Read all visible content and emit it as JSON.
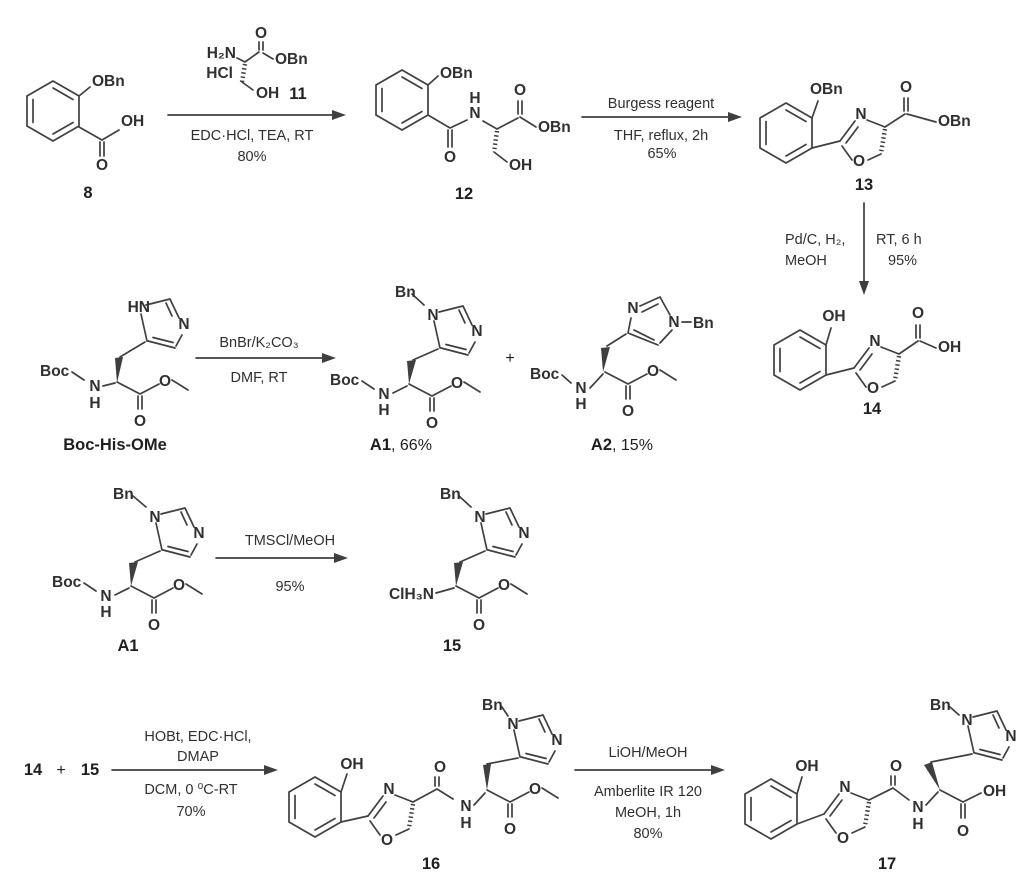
{
  "compounds": {
    "c8": {
      "label": "8",
      "atoms": {
        "obn": "OBn",
        "oh": "OH",
        "o": "O"
      }
    },
    "c11": {
      "label": "11",
      "atoms": {
        "h2n": "H₂N",
        "hcl": "HCl",
        "o": "O",
        "obn": "OBn",
        "oh": "OH"
      }
    },
    "c12": {
      "label": "12",
      "atoms": {
        "obn_ar": "OBn",
        "h": "H",
        "n": "N",
        "o_amide": "O",
        "o_carbonyl": "O",
        "obn_ester": "OBn",
        "oh": "OH"
      }
    },
    "c13": {
      "label": "13",
      "atoms": {
        "obn_ar": "OBn",
        "n": "N",
        "o_ring": "O",
        "o_carbonyl": "O",
        "obn_ester": "OBn"
      }
    },
    "c14": {
      "label": "14",
      "atoms": {
        "oh_ar": "OH",
        "n": "N",
        "o_ring": "O",
        "o_carbonyl": "O",
        "oh_acid": "OH"
      }
    },
    "bochis": {
      "label": "Boc-His-OMe",
      "atoms": {
        "hn": "HN",
        "n_ring": "N",
        "boc": "Boc",
        "n": "N",
        "h": "H",
        "o_carbonyl": "O",
        "o_ester": "O"
      }
    },
    "a1": {
      "label": "A1",
      "yield": ", 66%",
      "atoms": {
        "bn": "Bn",
        "n1": "N",
        "n3": "N",
        "boc": "Boc",
        "n": "N",
        "h": "H",
        "o_carbonyl": "O",
        "o_ester": "O"
      }
    },
    "a2": {
      "label": "A2",
      "yield": ", 15%",
      "atoms": {
        "n3": "N",
        "n1": "N",
        "bn": "Bn",
        "boc": "Boc",
        "n": "N",
        "h": "H",
        "o_carbonyl": "O",
        "o_ester": "O"
      }
    },
    "c15": {
      "label": "15",
      "atoms": {
        "bn": "Bn",
        "n1": "N",
        "n3": "N",
        "clh3n": "ClH₃N",
        "o_carbonyl": "O",
        "o_ester": "O"
      }
    },
    "c16": {
      "label": "16",
      "atoms": {
        "oh_ar": "OH",
        "n_oxa": "N",
        "o_oxa": "O",
        "o_amide": "O",
        "n": "N",
        "h": "H",
        "bn": "Bn",
        "n1": "N",
        "n3": "N",
        "o_carbonyl": "O",
        "o_ester": "O"
      }
    },
    "c17": {
      "label": "17",
      "atoms": {
        "oh_ar": "OH",
        "n_oxa": "N",
        "o_oxa": "O",
        "o_amide": "O",
        "n": "N",
        "h": "H",
        "bn": "Bn",
        "n1": "N",
        "n3": "N",
        "oh_acid": "OH",
        "o_carbonyl": "O"
      }
    }
  },
  "reactions": {
    "r1": {
      "below1": "EDC·HCl, TEA, RT",
      "below2": "80%"
    },
    "r2": {
      "above": "Burgess reagent",
      "below1": "THF, reflux, 2h",
      "below2": "65%"
    },
    "r3": {
      "left1": "Pd/C, H₂,",
      "left2": "MeOH",
      "right1": "RT, 6 h",
      "right2": "95%"
    },
    "r4": {
      "above": "BnBr/K₂CO₃",
      "below": "DMF, RT"
    },
    "r5": {
      "above": "TMSCl/MeOH",
      "below": "95%"
    },
    "r6": {
      "above1": "HOBt, EDC·HCl,",
      "above2": "DMAP",
      "below1": "DCM, 0 ⁰C-RT",
      "below2": "70%"
    },
    "r7": {
      "above": "LiOH/MeOH",
      "below1": "Amberlite IR 120",
      "below2": "MeOH, 1h",
      "below3": "80%"
    }
  },
  "operators": {
    "plus": "+",
    "lhs_14": "14",
    "lhs_15": "15"
  }
}
